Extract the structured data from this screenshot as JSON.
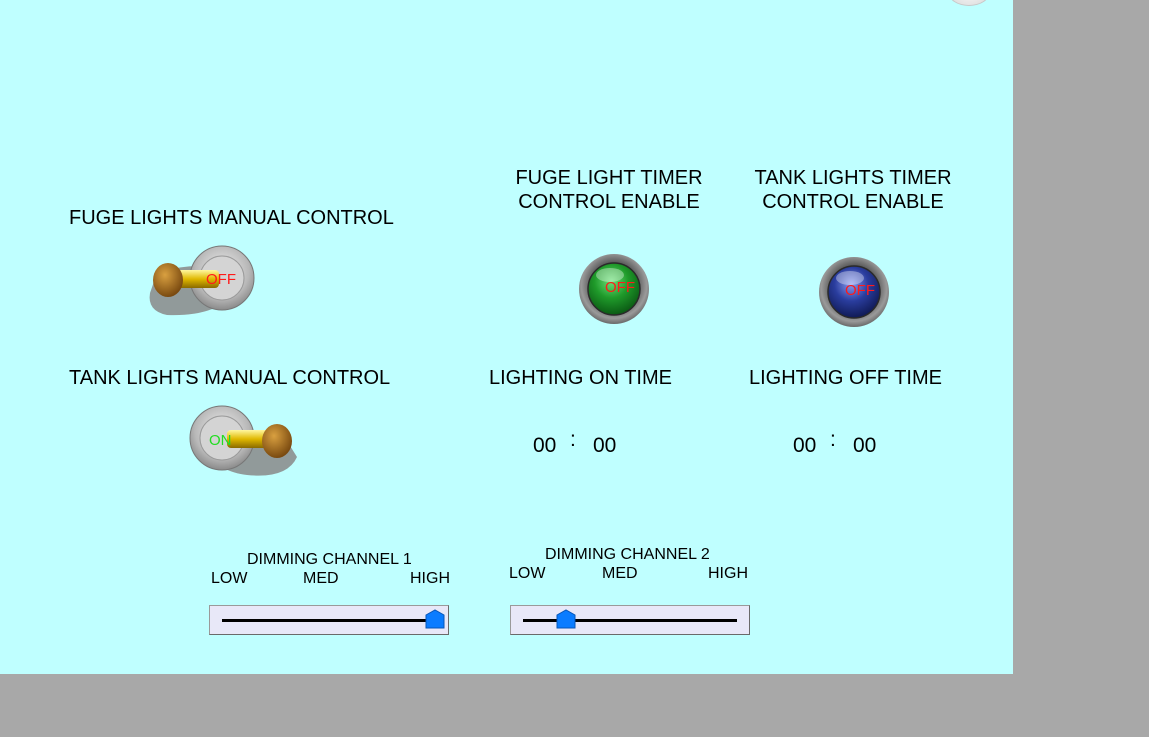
{
  "labels": {
    "fuge_manual": "FUGE LIGHTS MANUAL CONTROL",
    "tank_manual": "TANK LIGHTS MANUAL CONTROL",
    "fuge_timer_line1": "FUGE LIGHT TIMER",
    "fuge_timer_line2": "CONTROL ENABLE",
    "tank_timer_line1": "TANK LIGHTS TIMER",
    "tank_timer_line2": "CONTROL ENABLE",
    "on_time": "LIGHTING ON TIME",
    "off_time": "LIGHTING OFF TIME"
  },
  "toggles": {
    "fuge": {
      "state": "OFF",
      "text_color": "#ff1a1a"
    },
    "tank": {
      "state": "ON",
      "text_color": "#22dd22"
    }
  },
  "timer_buttons": {
    "fuge": {
      "state": "OFF",
      "color": "#1f9a2a"
    },
    "tank": {
      "state": "OFF",
      "color": "#2a3d9e"
    }
  },
  "on_time": {
    "hours": "00",
    "separator": ":",
    "minutes": "00"
  },
  "off_time": {
    "hours": "00",
    "separator": ":",
    "minutes": "00"
  },
  "dimming": [
    {
      "title": "DIMMING CHANNEL 1",
      "low": "LOW",
      "med": "MED",
      "high": "HIGH",
      "value": 1.0
    },
    {
      "title": "DIMMING CHANNEL 2",
      "low": "LOW",
      "med": "MED",
      "high": "HIGH",
      "value": 0.2
    }
  ],
  "colors": {
    "panel_background": "#bfffff",
    "outer_background": "#a8a8a8",
    "slider_thumb": "#0a7cff"
  }
}
